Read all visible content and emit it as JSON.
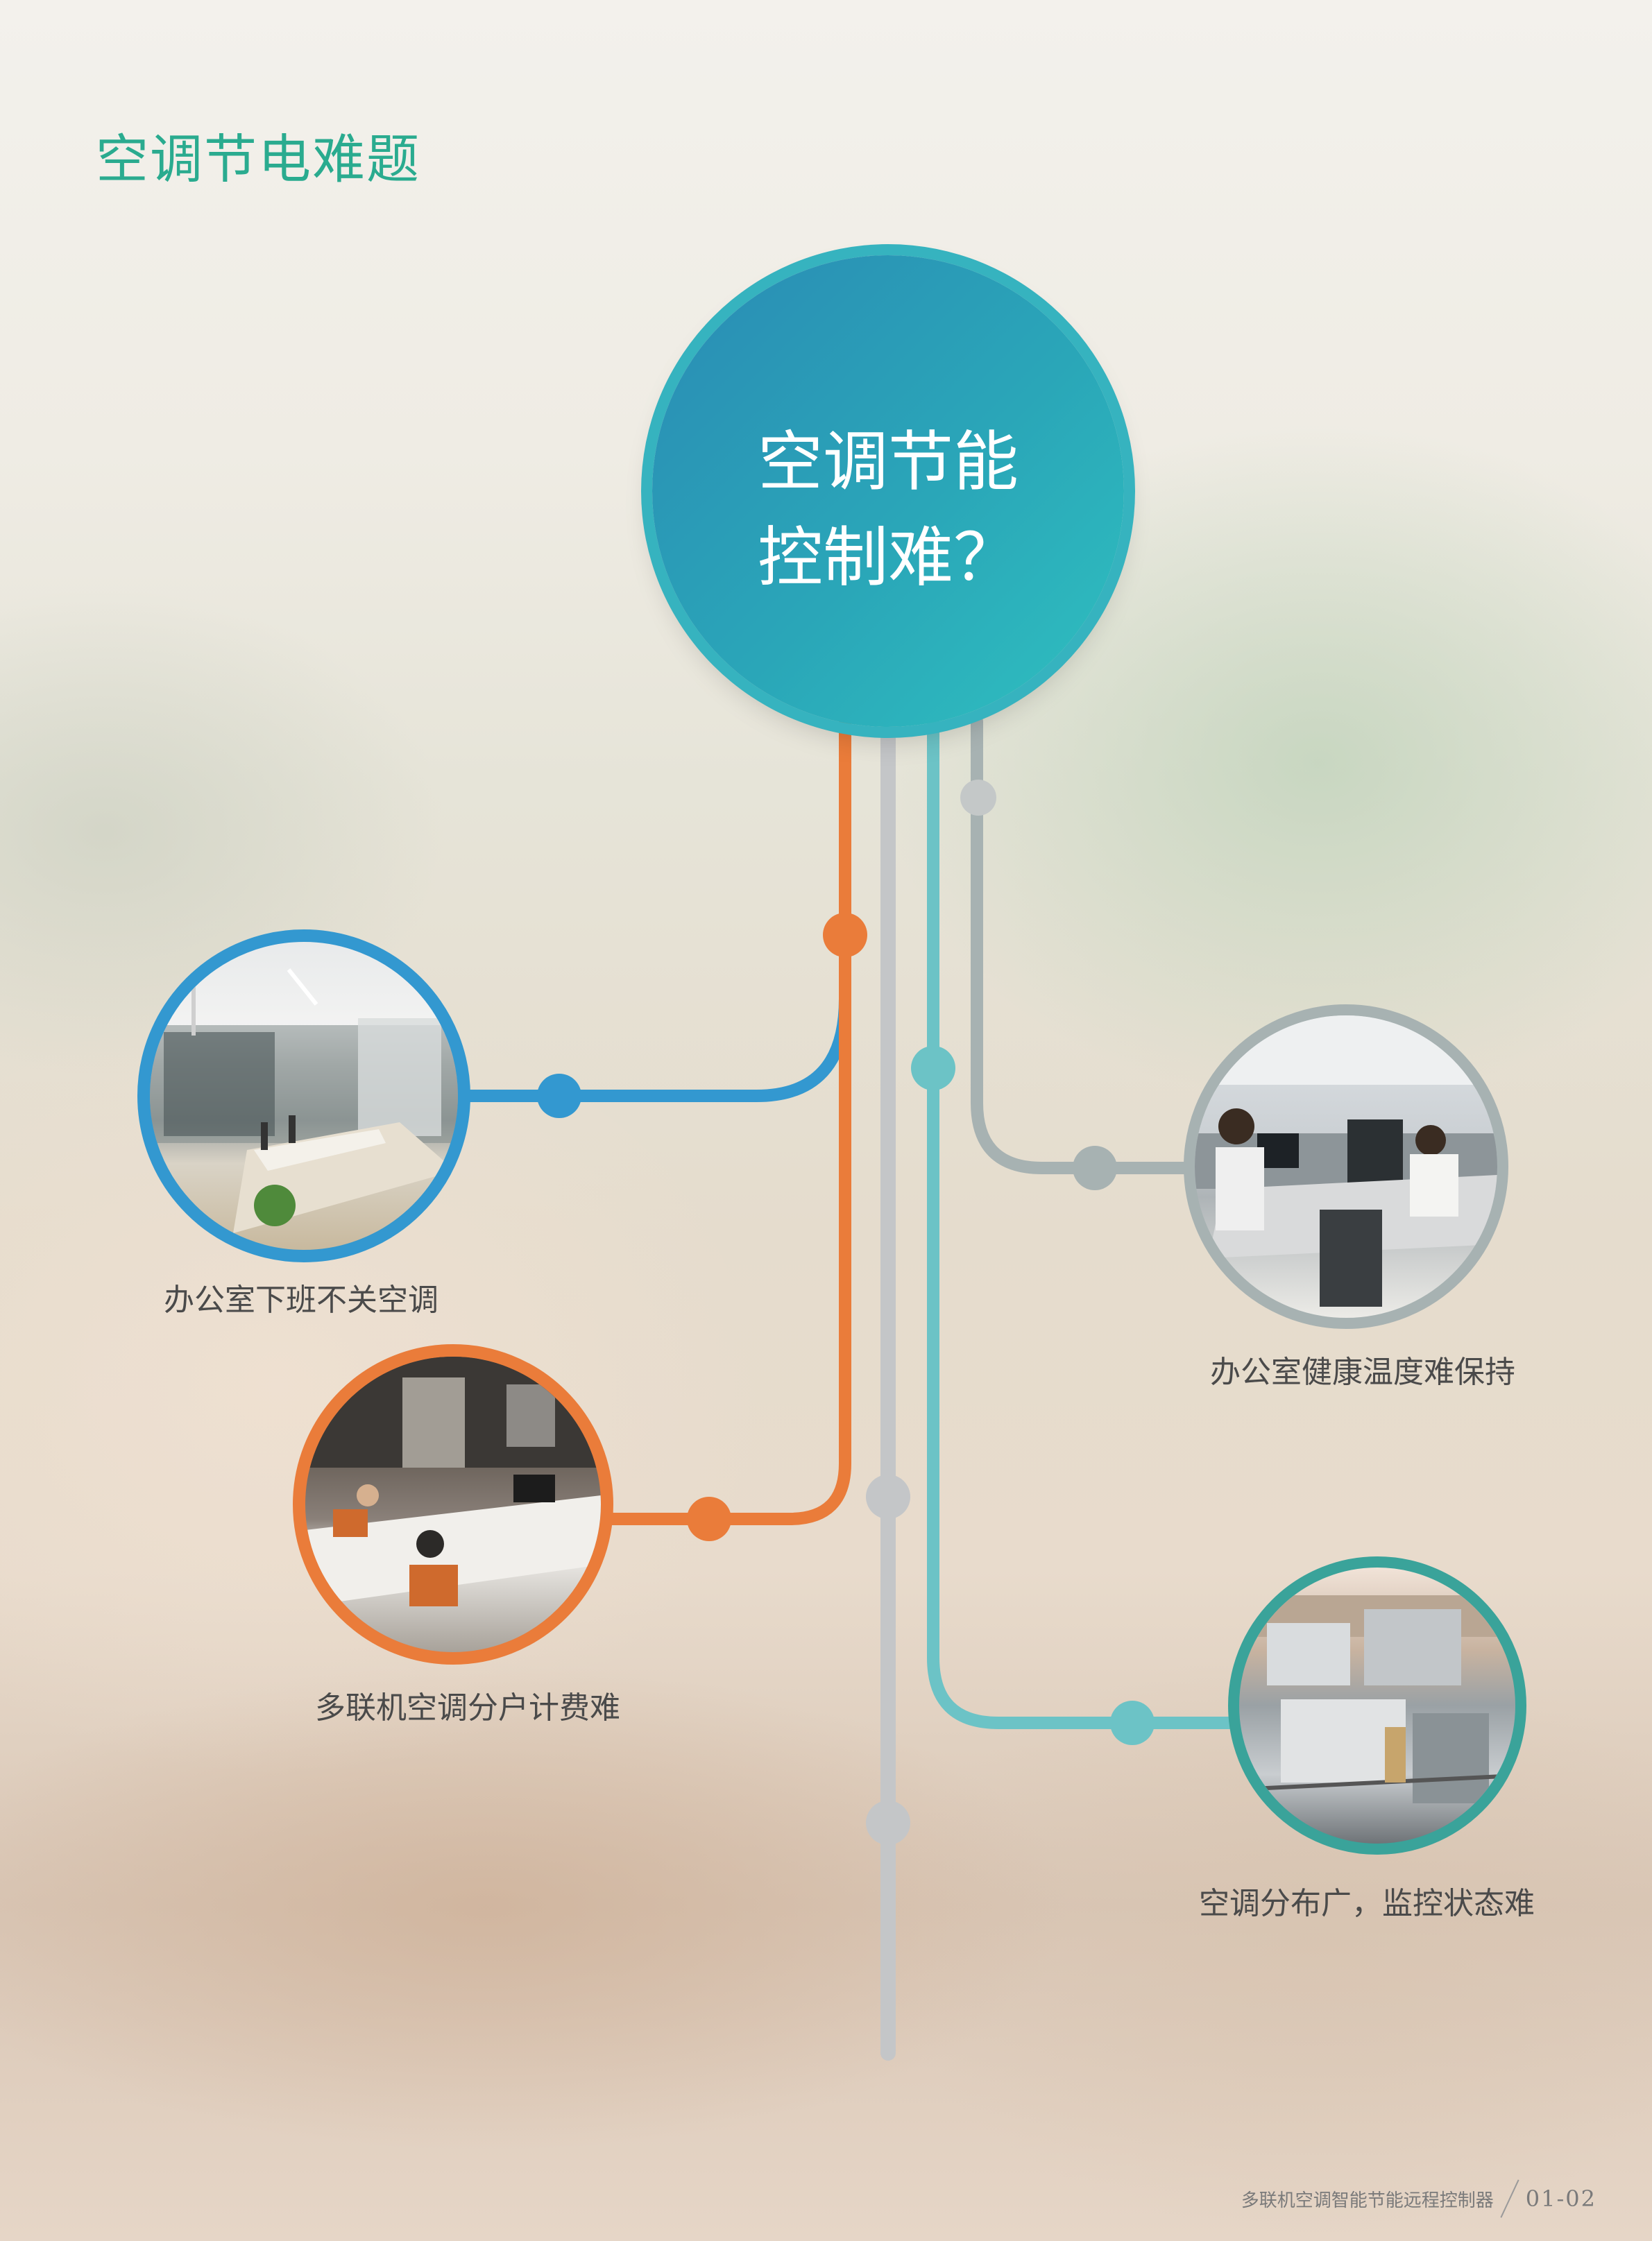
{
  "title": "空调节电难题",
  "hub": {
    "line1": "空调节能",
    "line2": "控制难？"
  },
  "problems": [
    {
      "label": "办公室下班不关空调"
    },
    {
      "label": "多联机空调分户计费难"
    },
    {
      "label": "办公室健康温度难保持"
    },
    {
      "label": "空调分布广，监控状态难"
    }
  ],
  "footer": {
    "text": "多联机空调智能节能远程控制器",
    "page": "01-02"
  },
  "colors": {
    "blue": "#3398d0",
    "orange": "#ea7c3a",
    "teal": "#6cc3c6",
    "grey": "#a7b2b2",
    "gray_trunk": "#c4c6c8",
    "title": "#2aab8f"
  }
}
